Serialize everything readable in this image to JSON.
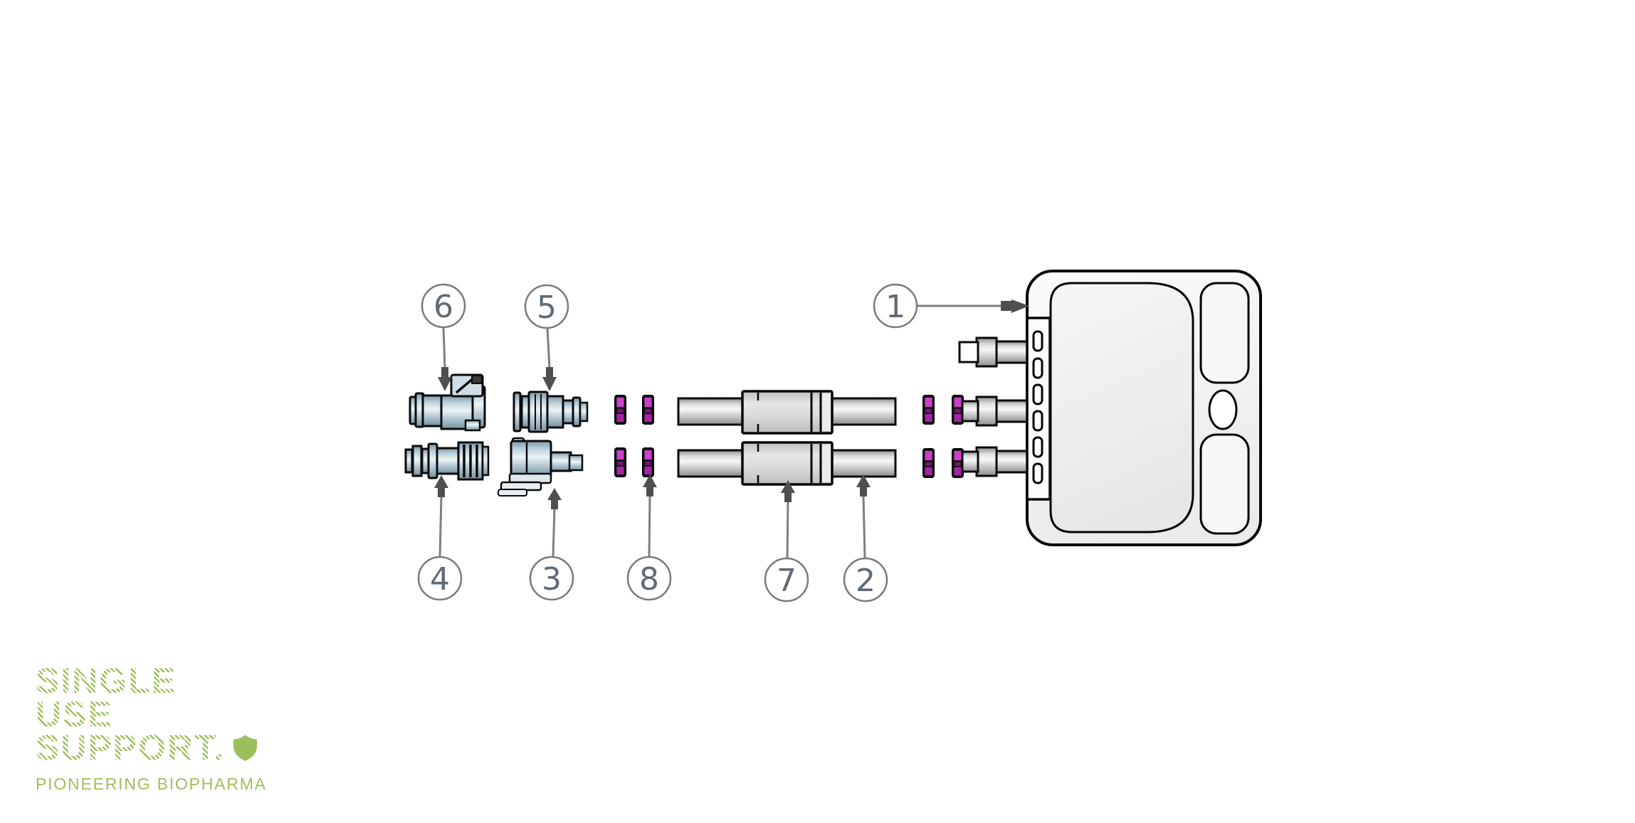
{
  "colors": {
    "brand_green": "#9cbf5c",
    "callout_number_gray": "#5f6a75",
    "callout_circle_gray": "#7a7a7a",
    "leader_line_gray": "#7f7f7f",
    "arrowhead_gray": "#4f4f4f",
    "connector_blue": "#c2d4df",
    "tube_gray": "#cccccc",
    "sleeve_gray": "#d9d9d9",
    "clamp_magenta": "#bb2fbb",
    "outline_black": "#0a0a0a",
    "bag_fill": "#f2f2f2"
  },
  "callouts": [
    {
      "label": "1",
      "points_to": "2d-bag-body"
    },
    {
      "label": "2",
      "points_to": "tubing-segment"
    },
    {
      "label": "3",
      "points_to": "quick-connector-female"
    },
    {
      "label": "4",
      "points_to": "quick-connector-male-insert"
    },
    {
      "label": "5",
      "points_to": "quick-connector-male"
    },
    {
      "label": "6",
      "points_to": "quick-coupling-body"
    },
    {
      "label": "7",
      "points_to": "tube-connector-sleeve"
    },
    {
      "label": "8",
      "points_to": "cable-tie"
    }
  ],
  "logo": {
    "line1": "SINGLE",
    "line2": "USE",
    "line3": "SUPPORT.",
    "tagline": "PIONEERING BIOPHARMA",
    "shield_icon": "shield"
  }
}
